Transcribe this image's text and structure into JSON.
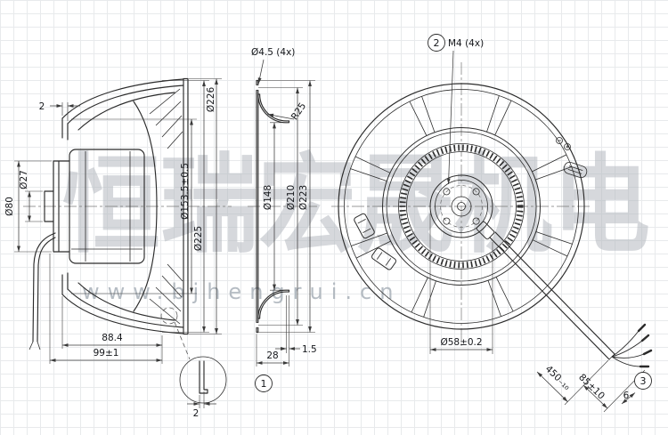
{
  "watermark": {
    "brand": "恒瑞宏晟机电",
    "url": "www.bjhengrui.cn"
  },
  "callouts": {
    "c1": "1",
    "c2": "2",
    "c3": "3"
  },
  "side_view": {
    "gap": "2",
    "flange": "Ø80",
    "boss": "Ø27",
    "inlet": "Ø153.5±0.5",
    "od1": "Ø225",
    "od2": "Ø226",
    "len_a": "88.4",
    "len_b": "99±1",
    "detail_edge": "2"
  },
  "inlet_ring": {
    "holes": "Ø4.5 (4x)",
    "radius": "R25",
    "throat": "Ø148",
    "bcd": "Ø210",
    "od": "Ø223",
    "depth": "28",
    "thk": "1.5"
  },
  "front_view": {
    "screws": "M4 (4x)",
    "hub": "Ø58±0.2",
    "strip": "85±10",
    "cable": "450₋₁₀",
    "tip": "6"
  }
}
